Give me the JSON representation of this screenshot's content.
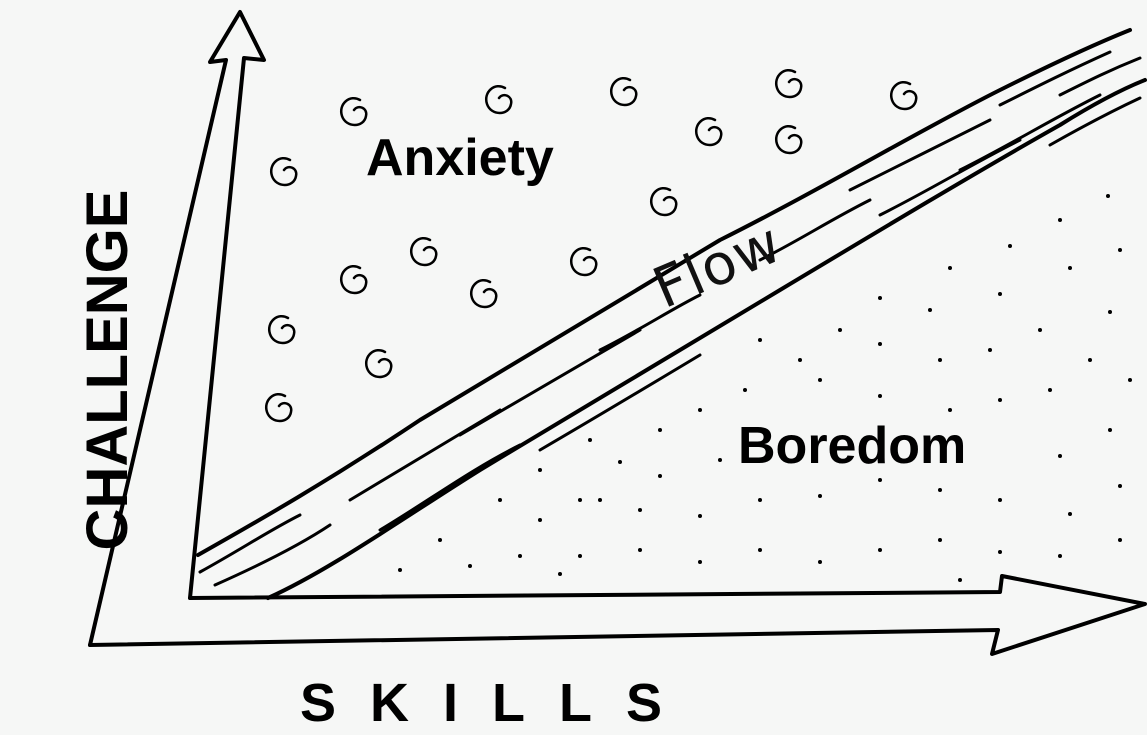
{
  "diagram": {
    "y_axis_label": "CHALLENGE",
    "x_axis_label": "SKILLS",
    "regions": {
      "anxiety": "Anxiety",
      "flow": "Flow",
      "boredom": "Boredom"
    },
    "colors": {
      "background": "#f6f7f6",
      "ink": "#000000"
    }
  }
}
